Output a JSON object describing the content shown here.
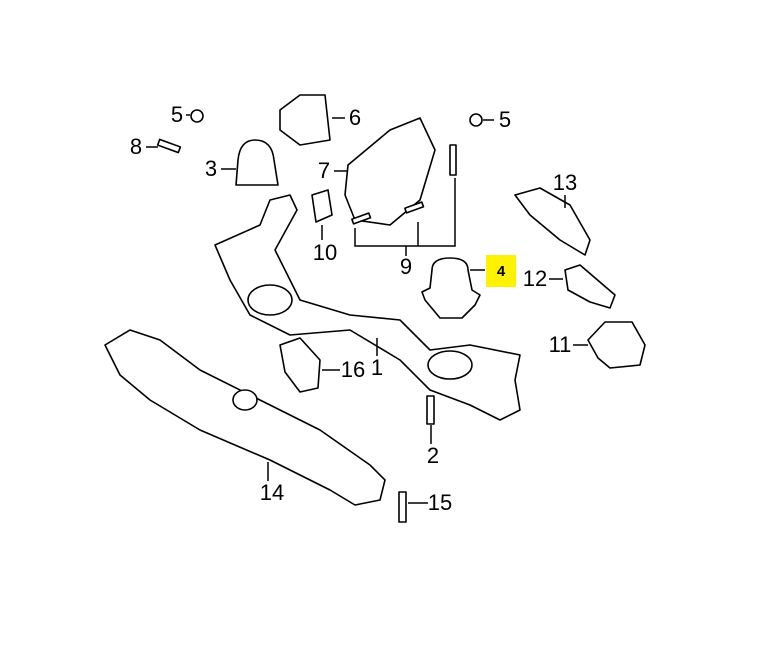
{
  "diagram": {
    "highlighted_part": {
      "label": "4",
      "color": "#fff200"
    },
    "callouts": [
      {
        "id": "5a",
        "label": "5"
      },
      {
        "id": "6",
        "label": "6"
      },
      {
        "id": "5b",
        "label": "5"
      },
      {
        "id": "8",
        "label": "8"
      },
      {
        "id": "3",
        "label": "3"
      },
      {
        "id": "7",
        "label": "7"
      },
      {
        "id": "13",
        "label": "13"
      },
      {
        "id": "10",
        "label": "10"
      },
      {
        "id": "9",
        "label": "9"
      },
      {
        "id": "12",
        "label": "12"
      },
      {
        "id": "11",
        "label": "11"
      },
      {
        "id": "16",
        "label": "16"
      },
      {
        "id": "1",
        "label": "1"
      },
      {
        "id": "2",
        "label": "2"
      },
      {
        "id": "14",
        "label": "14"
      },
      {
        "id": "15",
        "label": "15"
      }
    ]
  }
}
